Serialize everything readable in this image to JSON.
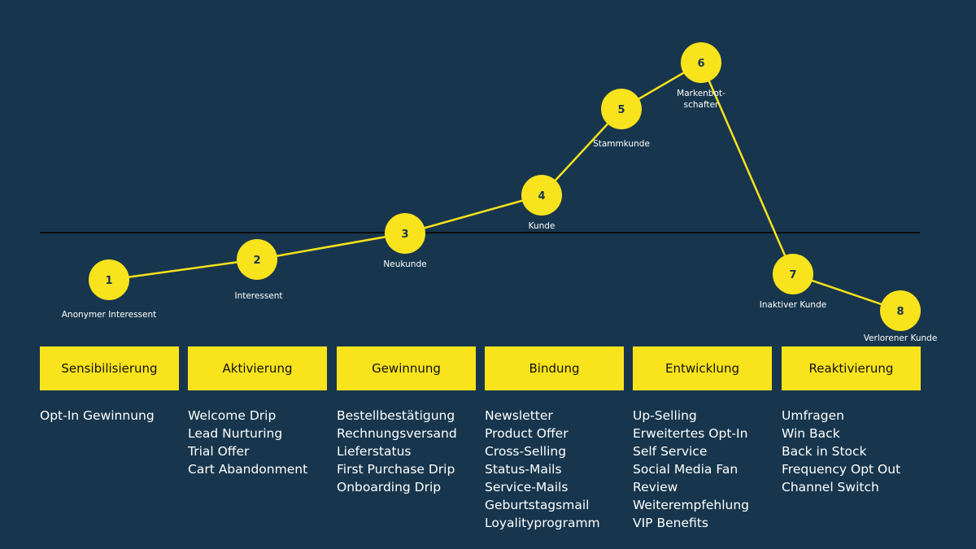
{
  "colors": {
    "background": "#17364d",
    "accent": "#f9e31d",
    "baseline": "#0b0b0b",
    "text": "#ffffff"
  },
  "stages": [
    {
      "number": "1",
      "label": [
        "Anonymer Interessent"
      ]
    },
    {
      "number": "2",
      "label": [
        "Interessent"
      ]
    },
    {
      "number": "3",
      "label": [
        "Neukunde"
      ]
    },
    {
      "number": "4",
      "label": [
        "Kunde"
      ]
    },
    {
      "number": "5",
      "label": [
        "Stammkunde"
      ]
    },
    {
      "number": "6",
      "label": [
        "Markenbot-",
        "schafter"
      ]
    },
    {
      "number": "7",
      "label": [
        "Inaktiver Kunde"
      ]
    },
    {
      "number": "8",
      "label": [
        "Verlorener Kunde"
      ]
    }
  ],
  "phases": [
    {
      "title": "Sensibilisierung",
      "items": [
        "Opt-In Gewinnung"
      ]
    },
    {
      "title": "Aktivierung",
      "items": [
        "Welcome Drip",
        "Lead Nurturing",
        "Trial Offer",
        "Cart Abandonment"
      ]
    },
    {
      "title": "Gewinnung",
      "items": [
        "Bestellbestätigung",
        "Rechnungsversand",
        "Lieferstatus",
        "First Purchase Drip",
        "Onboarding Drip"
      ]
    },
    {
      "title": "Bindung",
      "items": [
        "Newsletter",
        "Product Offer",
        "Cross-Selling",
        "Status-Mails",
        "Service-Mails",
        "Geburtstagsmail",
        "Loyalityprogramm"
      ]
    },
    {
      "title": "Entwicklung",
      "items": [
        "Up-Selling",
        "Erweitertes Opt-In",
        "Self Service",
        "Social Media Fan",
        "Review",
        "Weiterempfehlung",
        "VIP Benefits"
      ]
    },
    {
      "title": "Reaktivierung",
      "items": [
        "Umfragen",
        "Win Back",
        "Back in Stock",
        "Frequency Opt Out",
        "Channel Switch"
      ]
    }
  ]
}
